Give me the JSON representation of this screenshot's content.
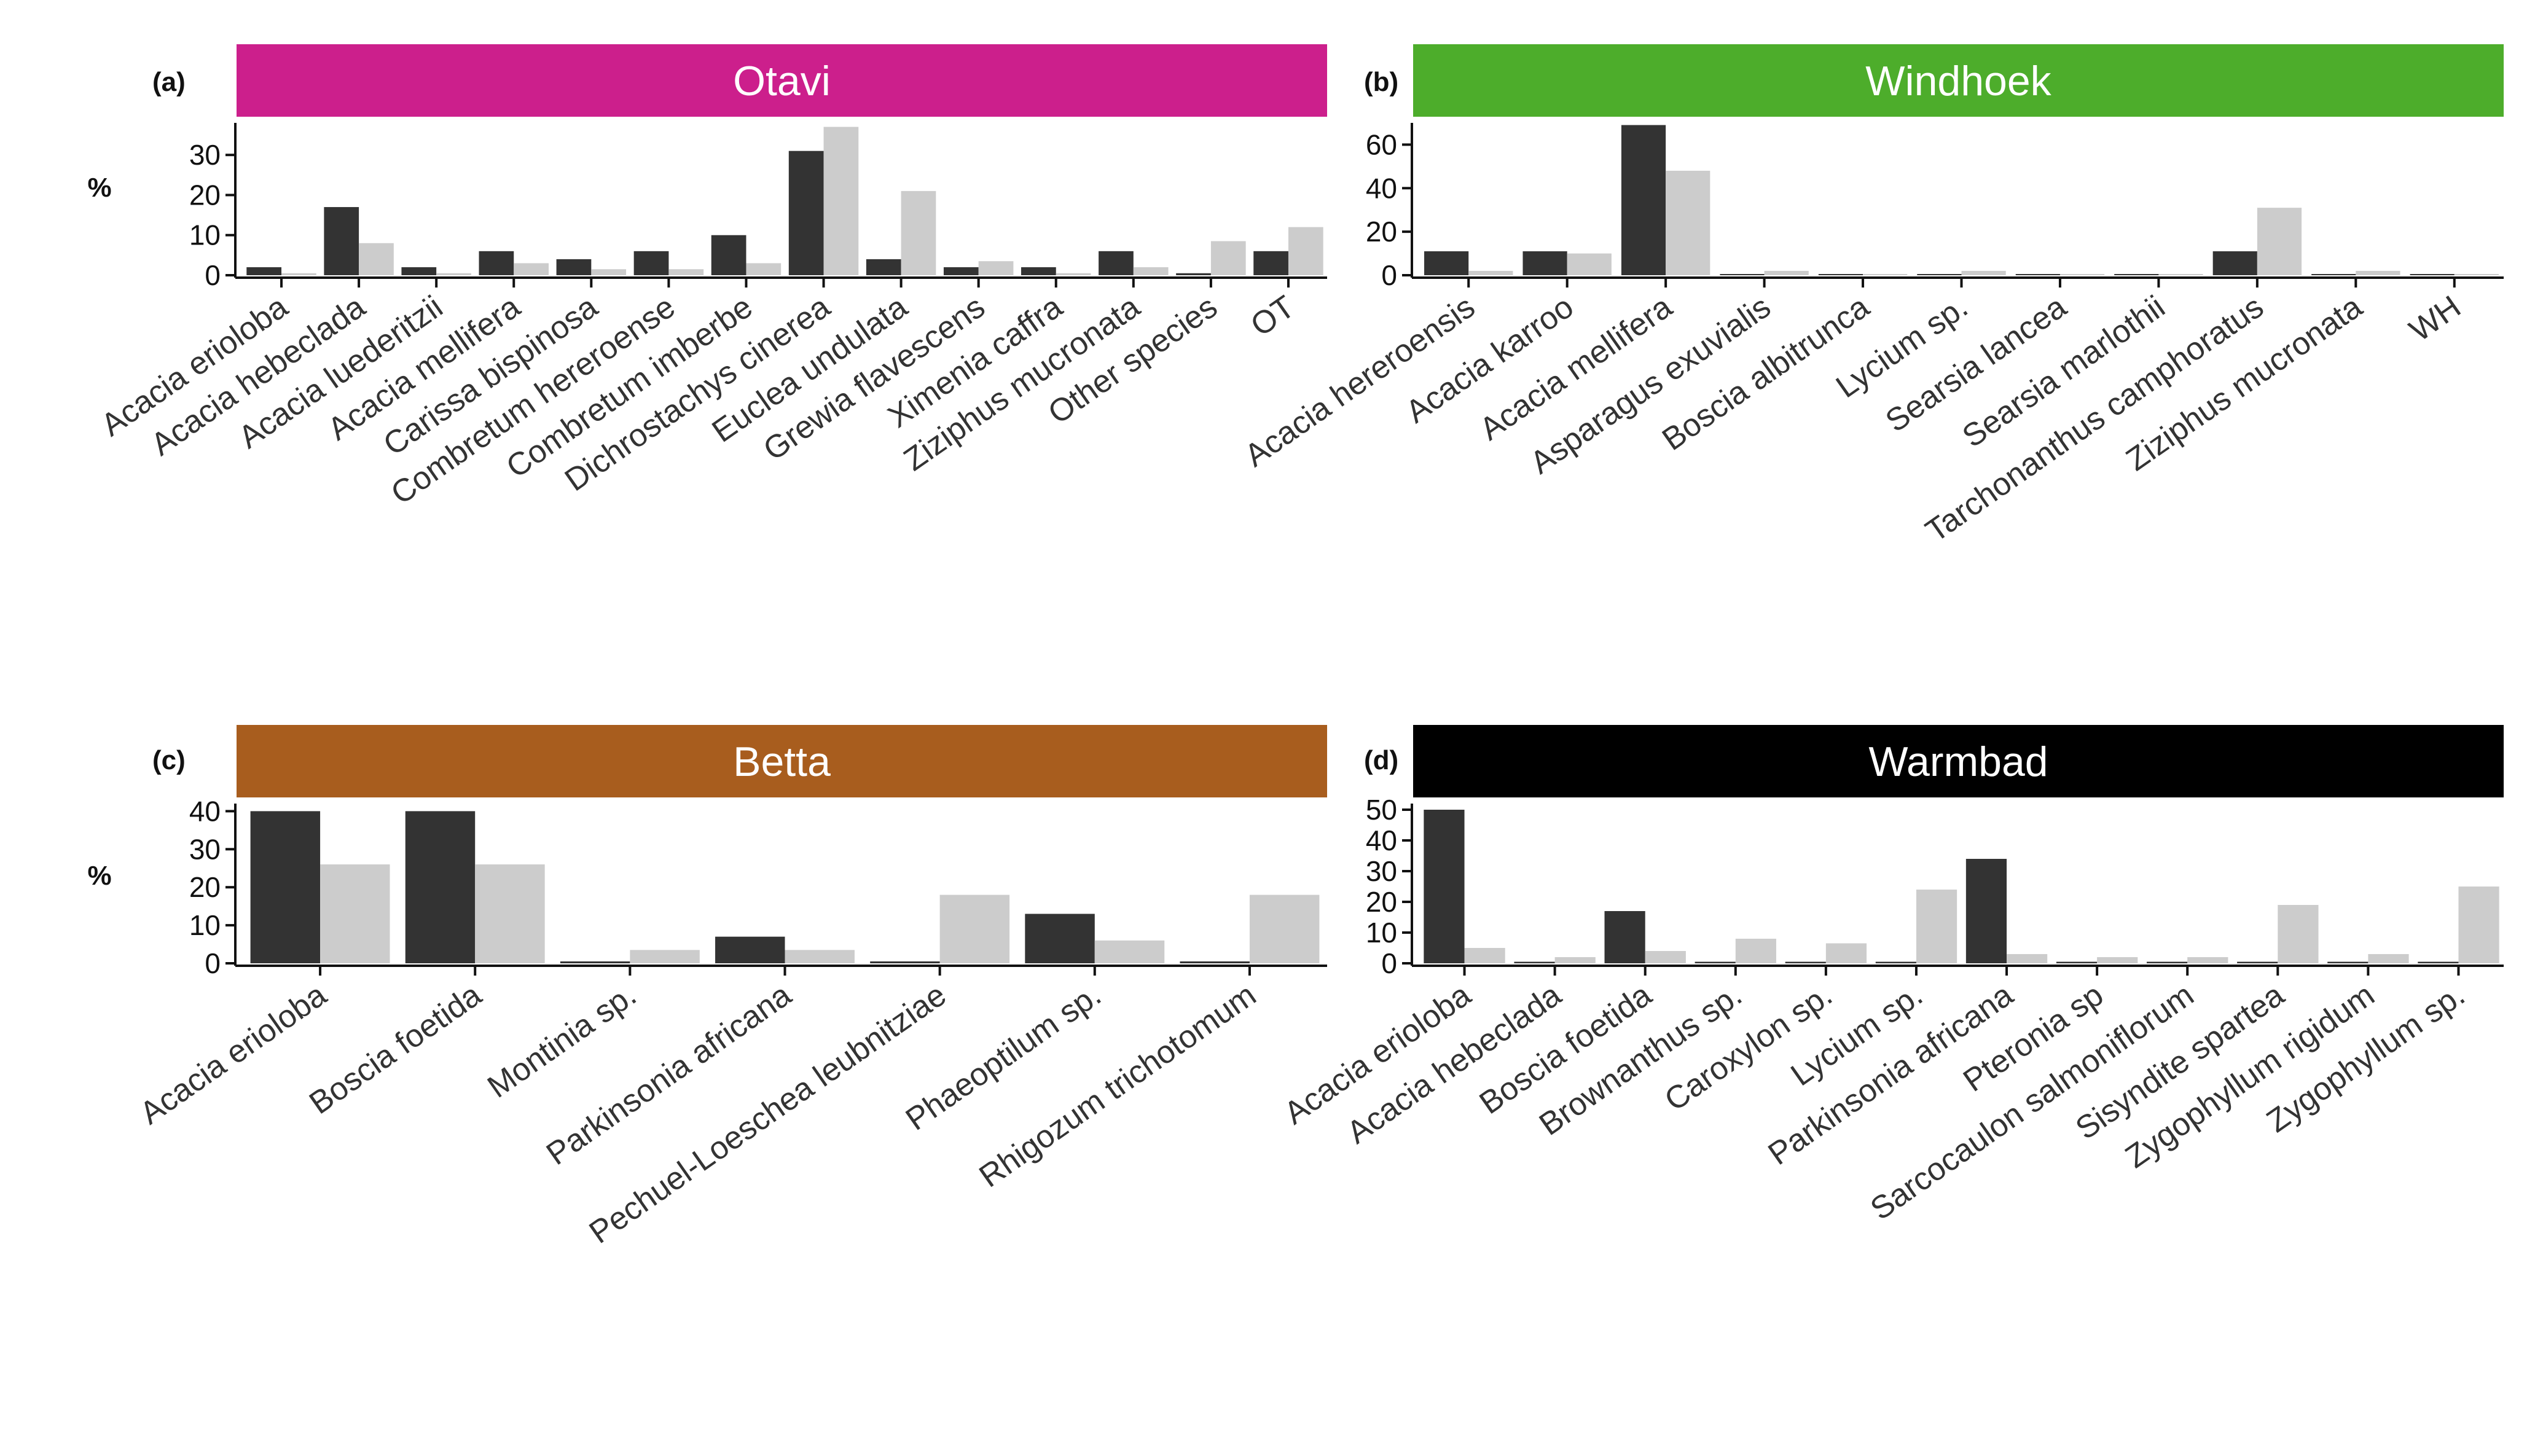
{
  "ylabel": "%",
  "colors": {
    "series_dark": "#333333",
    "series_light": "#cccccc"
  },
  "chart_data": [
    {
      "type": "bar",
      "panel": "(a)",
      "title": "Otavi",
      "strip_color": "#cc1f8c",
      "ylabel": "%",
      "ylim": [
        0,
        38
      ],
      "yticks": [
        0,
        10,
        20,
        30
      ],
      "categories": [
        "Acacia erioloba",
        "Acacia hebeclada",
        "Acacia luederitzii",
        "Acacia mellifera",
        "Carissa bispinosa",
        "Combretum hereroense",
        "Combretum imberbe",
        "Dichrostachys cinerea",
        "Euclea undulata",
        "Grewia flavescens",
        "Ximenia caffra",
        "Ziziphus mucronata",
        "Other species",
        "OT"
      ],
      "series": [
        {
          "values": [
            2,
            17,
            2,
            6,
            4,
            6,
            10,
            31,
            4,
            2,
            2,
            6,
            0.5,
            6
          ]
        },
        {
          "values": [
            0.5,
            8,
            0.5,
            3,
            1.5,
            1.5,
            3,
            37,
            21,
            3.5,
            0.5,
            2,
            8.5,
            12
          ]
        }
      ]
    },
    {
      "type": "bar",
      "panel": "(b)",
      "title": "Windhoek",
      "strip_color": "#4dad2b",
      "ylabel": "",
      "ylim": [
        0,
        70
      ],
      "yticks": [
        0,
        20,
        40,
        60
      ],
      "categories": [
        "Acacia hereroensis",
        "Acacia karroo",
        "Acacia mellifera",
        "Asparagus exuvialis",
        "Boscia albitrunca",
        "Lycium sp.",
        "Searsia lancea",
        "Searsia marlothii",
        "Tarchonanthus camphoratus",
        "Ziziphus mucronata",
        "WH"
      ],
      "series": [
        {
          "values": [
            11,
            11,
            69,
            0.5,
            0.5,
            0.5,
            0.5,
            0.5,
            11,
            0.5,
            0.5
          ]
        },
        {
          "values": [
            2,
            10,
            48,
            2,
            0.5,
            2,
            0.5,
            0.5,
            31,
            2,
            0.5
          ]
        }
      ]
    },
    {
      "type": "bar",
      "panel": "(c)",
      "title": "Betta",
      "strip_color": "#a85d1e",
      "ylabel": "%",
      "ylim": [
        0,
        42
      ],
      "yticks": [
        0,
        10,
        20,
        30,
        40
      ],
      "categories": [
        "Acacia erioloba",
        "Boscia foetida",
        "Montinia sp.",
        "Parkinsonia africana",
        "Pechuel-Loeschea leubnitziae",
        "Phaeoptilum sp.",
        "Rhigozum trichotomum"
      ],
      "series": [
        {
          "values": [
            40,
            40,
            0.5,
            7,
            0.5,
            13,
            0.5
          ]
        },
        {
          "values": [
            26,
            26,
            3.5,
            3.5,
            18,
            6,
            18
          ]
        }
      ]
    },
    {
      "type": "bar",
      "panel": "(d)",
      "title": "Warmbad",
      "strip_color": "#000000",
      "ylabel": "",
      "ylim": [
        0,
        52
      ],
      "yticks": [
        0,
        10,
        20,
        30,
        40,
        50
      ],
      "categories": [
        "Acacia erioloba",
        "Acacia hebeclada",
        "Boscia foetida",
        "Brownanthus sp.",
        "Caroxylon sp.",
        "Lycium sp.",
        "Parkinsonia africana",
        "Pteronia sp",
        "Sarcocaulon salmoniflorum",
        "Sisyndite spartea",
        "Zygophyllum rigidum",
        "Zygophyllum sp."
      ],
      "series": [
        {
          "values": [
            50,
            0.5,
            17,
            0.5,
            0.5,
            0.5,
            34,
            0.5,
            0.5,
            0.5,
            0.5,
            0.5
          ]
        },
        {
          "values": [
            5,
            2,
            4,
            8,
            6.5,
            24,
            3,
            2,
            2,
            19,
            3,
            25
          ]
        }
      ]
    }
  ]
}
